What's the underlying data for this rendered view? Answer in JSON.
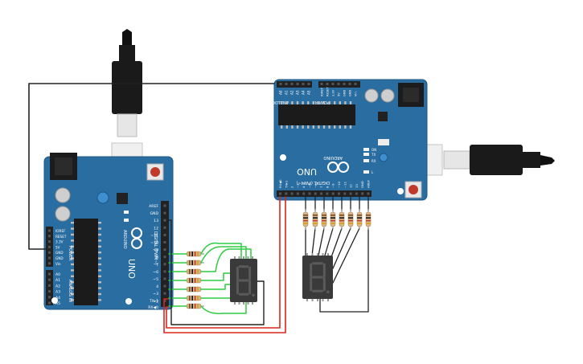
{
  "colors": {
    "board": "#2a6da1",
    "board_edge": "#1f5684",
    "header": "#222222",
    "wire_black": "#222222",
    "wire_green": "#2ecc40",
    "wire_red": "#d9261c",
    "display_body": "#3a3a3a",
    "segment_off": "#5a5a5a",
    "resistor": "#d8b68a",
    "reset": "#c0392b"
  },
  "board_left": {
    "brand": "ARDUINO",
    "model": "UNO",
    "digital_label": "DIGITAL (PWM~)",
    "tx_label": "TX▸1",
    "rx_label": "RX◀0",
    "top_pins": [
      "AREF",
      "GND",
      "13",
      "12",
      "~11",
      "~10",
      "~9",
      "8",
      "7",
      "~6",
      "~5",
      "4",
      "~3",
      "2"
    ],
    "power_pins": [
      "IOREF",
      "RESET",
      "3.3V",
      "5V",
      "GND",
      "GND",
      "Vin"
    ],
    "analog_pins": [
      "A0",
      "A1",
      "A2",
      "A3",
      "A4",
      "A5"
    ],
    "power_label": "POWER",
    "analog_label": "ANALOG IN"
  },
  "board_right": {
    "brand": "ARDUINO",
    "model": "UNO",
    "digital_label": "DIGITAL (PWM~)",
    "power_label": "POWER",
    "analog_label": "ANALOG IN",
    "analog_pins": [
      "A0",
      "A1",
      "A2",
      "A3",
      "A4",
      "A5"
    ],
    "power_pins": [
      "IOREF",
      "RESET",
      "3.3V",
      "5V",
      "GND",
      "GND",
      "Vin"
    ],
    "led_labels": [
      "TX",
      "RX",
      "L",
      "ON"
    ],
    "top_pins": [
      "AREF",
      "GND",
      "13",
      "12",
      "~11",
      "~10",
      "~9",
      "8",
      "7",
      "~6",
      "~5",
      "4",
      "~3",
      "2",
      "TX▸1",
      "RX◀0"
    ]
  }
}
